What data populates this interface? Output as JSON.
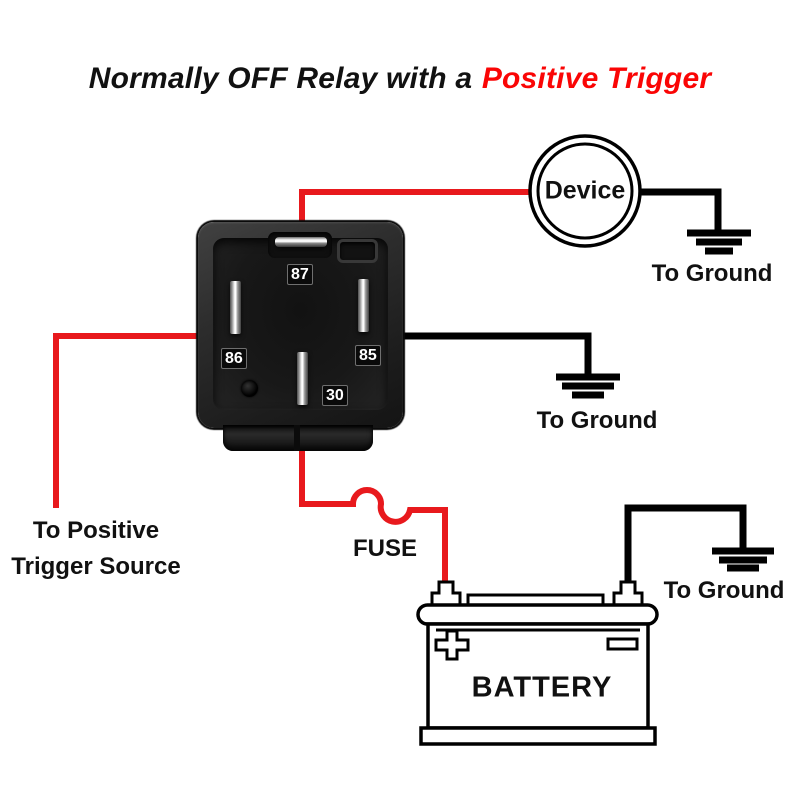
{
  "title": {
    "black_part": "Normally OFF Relay with a",
    "red_part": "Positive Trigger"
  },
  "relay": {
    "pin_labels": {
      "p87": "87",
      "p86": "86",
      "p85": "85",
      "p30": "30"
    }
  },
  "device": {
    "label": "Device"
  },
  "ground": {
    "label": "To Ground"
  },
  "trigger_source": {
    "line1": "To Positive",
    "line2": "Trigger Source"
  },
  "fuse": {
    "label": "FUSE"
  },
  "battery": {
    "label": "BATTERY"
  },
  "colors": {
    "wire_red": "#e8191d",
    "wire_black": "#000000",
    "title_red": "#fa0505",
    "title_black": "#111111"
  }
}
